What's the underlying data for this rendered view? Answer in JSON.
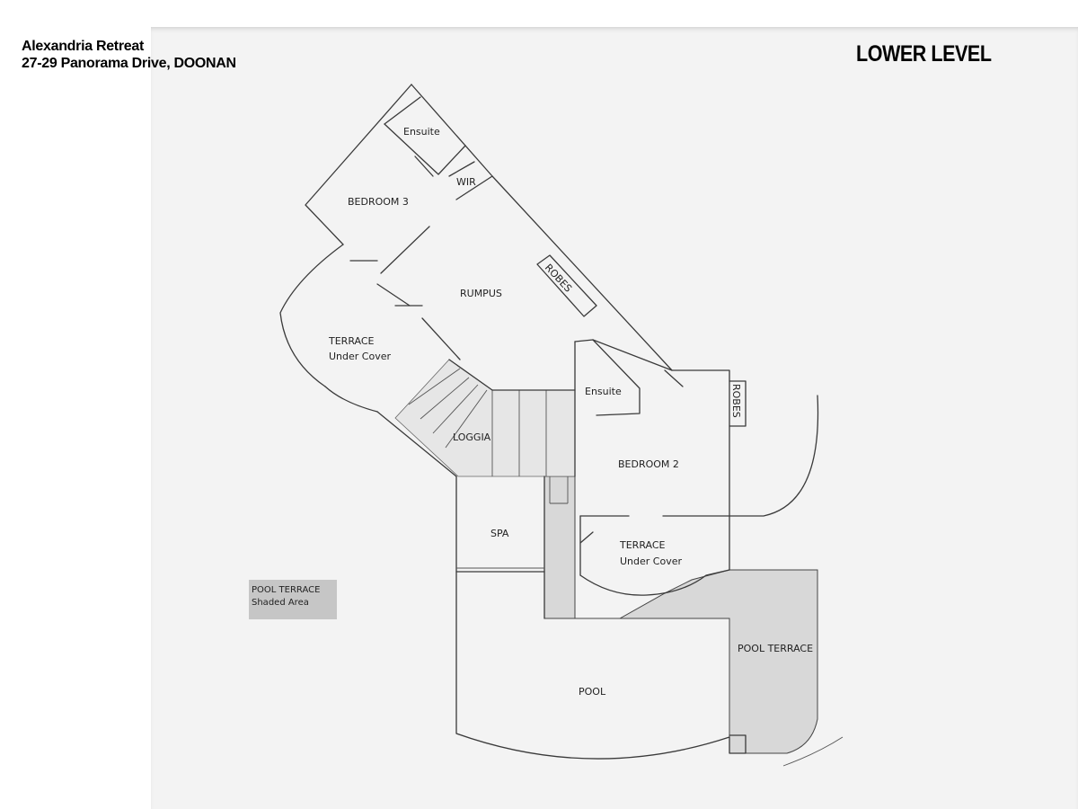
{
  "header": {
    "property_name": "Alexandria Retreat",
    "address": "27-29 Panorama Drive, DOONAN",
    "level": "LOWER LEVEL"
  },
  "rooms": {
    "ensuite_upper": "Ensuite",
    "wir": "WIR",
    "bedroom3": "BEDROOM 3",
    "robes_upper": "ROBES",
    "rumpus": "RUMPUS",
    "terrace_left_1": "TERRACE",
    "terrace_left_2": "Under Cover",
    "loggia": "LOGGIA",
    "ensuite_lower": "Ensuite",
    "robes_right": "ROBES",
    "bedroom2": "BEDROOM 2",
    "spa": "SPA",
    "terrace_lower_1": "TERRACE",
    "terrace_lower_2": "Under Cover",
    "pool_terrace": "POOL TERRACE",
    "pool": "POOL"
  },
  "legend": {
    "line1": "POOL TERRACE",
    "line2": "Shaded Area",
    "color": "#c6c6c6"
  },
  "colors": {
    "paper": "#f3f3f3",
    "wall": "#3a3a3a",
    "shaded": "#d8d8d8"
  }
}
